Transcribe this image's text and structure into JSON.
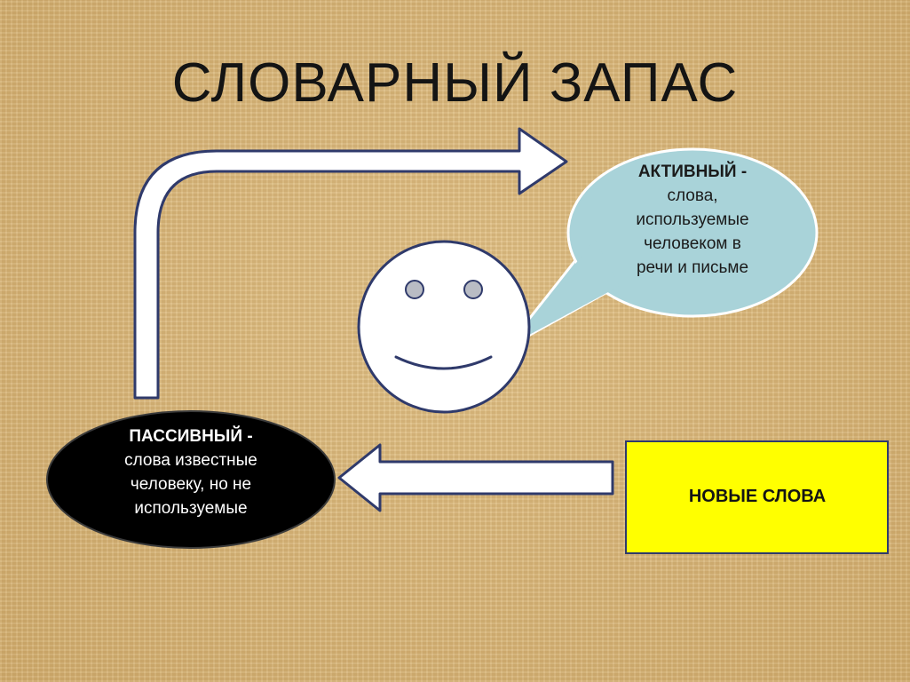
{
  "title": "СЛОВАРНЫЙ ЗАПАС",
  "active": {
    "heading": "АКТИВНЫЙ -",
    "lines": [
      "слова,",
      "используемые",
      "человеком в",
      "речи и письме"
    ]
  },
  "passive": {
    "heading": "ПАССИВНЫЙ -",
    "lines": [
      "слова известные",
      "человеку, но не",
      "используемые"
    ]
  },
  "new_words": "НОВЫЕ СЛОВА",
  "colors": {
    "background": "#d9b679",
    "bubble": "#a9d3d9",
    "passive_ellipse": "#000000",
    "new_box": "#ffff00",
    "outline": "#2f3a6b"
  }
}
